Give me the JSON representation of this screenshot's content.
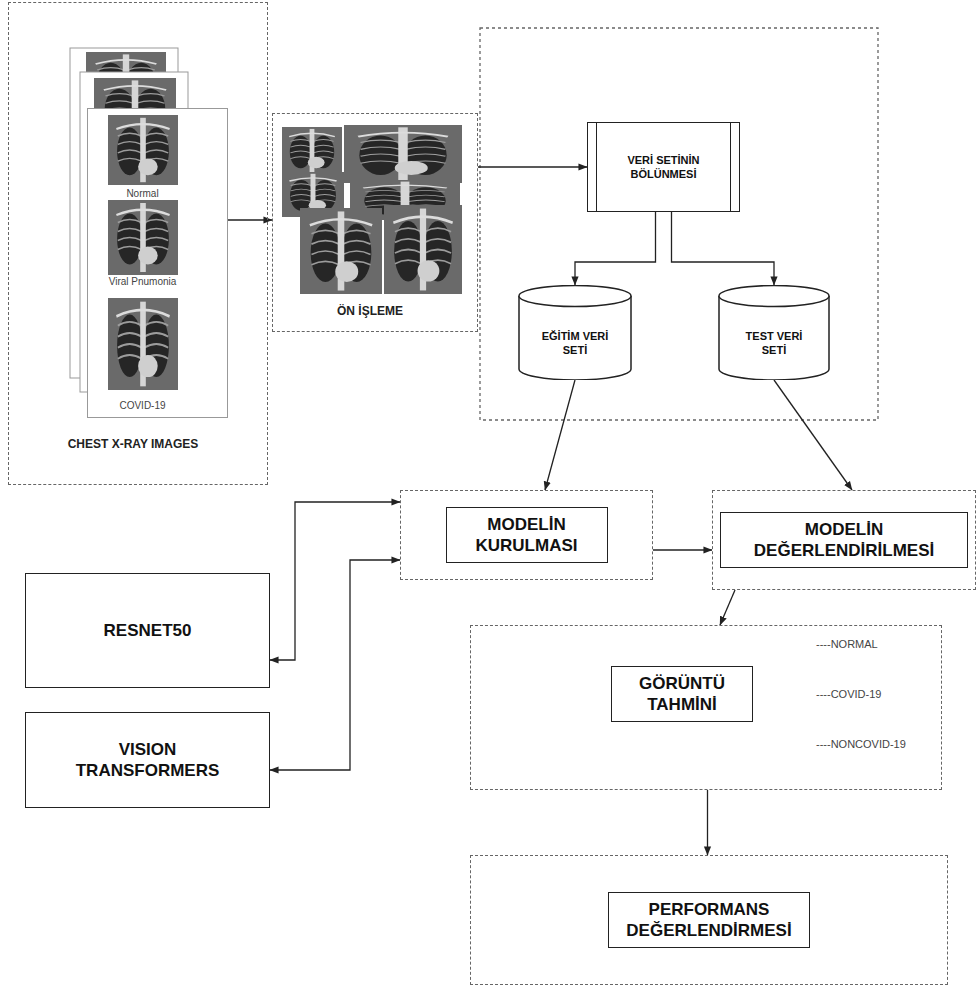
{
  "diagram": {
    "nodes": [
      {
        "text": [
          "CHEST X-RAY IMAGES"
        ]
      },
      {
        "text": [
          "Normal",
          "Viral Pnumonia",
          "COVID-19"
        ],
        "in": 0
      },
      {
        "text": [
          "ÖN İŞLEME"
        ]
      },
      {
        "text": [
          "VERİ SETİNİN BÖLÜNMESİ"
        ]
      },
      {
        "text": [
          "EĞİTİM VERİ SETİ"
        ]
      },
      {
        "text": [
          "TEST VERİ SETİ"
        ]
      },
      {
        "text": [
          "MODELİN KURULMASI"
        ]
      },
      {
        "text": [
          "MODELİN DEĞERLENDİRİLMESİ"
        ]
      },
      {
        "text": [
          "RESNET50"
        ]
      },
      {
        "text": [
          "GÖRÜNTÜ TAHMİNİ",
          "----NORMAL",
          "----COVID-19",
          "----NONCOVID-19"
        ]
      },
      {
        "text": [
          "VISION TRANSFORMERS"
        ]
      },
      {
        "text": [
          "PERFORMANS DEĞERLENDİRMESİ"
        ]
      }
    ],
    "edges": [
      {
        "from": 1,
        "to": 2,
        "arrow": "to"
      },
      {
        "from": 2,
        "to": 3,
        "arrow": "to"
      },
      {
        "from": 3,
        "to": 4,
        "arrow": "to"
      },
      {
        "from": 3,
        "to": 5,
        "arrow": "to"
      },
      {
        "from": 4,
        "to": 6,
        "arrow": "to"
      },
      {
        "from": 5,
        "to": 7,
        "arrow": "to"
      },
      {
        "from": 8,
        "to": 6,
        "arrow": "both"
      },
      {
        "from": 10,
        "to": 6,
        "arrow": "both"
      },
      {
        "from": 6,
        "to": 7,
        "arrow": "to"
      },
      {
        "from": 7,
        "to": 9,
        "arrow": "to"
      },
      {
        "from": 9,
        "to": 11,
        "arrow": "to"
      }
    ]
  }
}
